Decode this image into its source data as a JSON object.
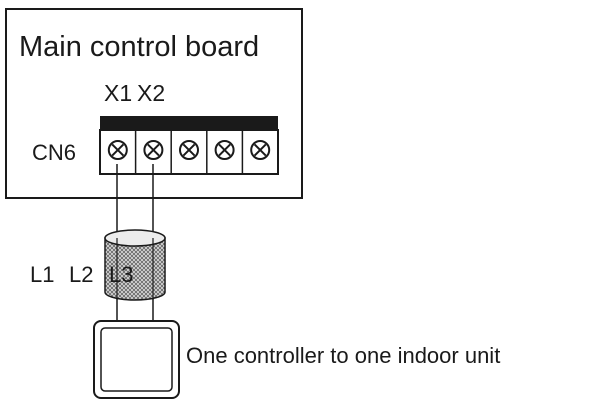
{
  "board": {
    "title": "Main control board",
    "connector_label": "CN6",
    "terminal_labels": [
      "X1",
      "X2"
    ],
    "terminal_count": 5
  },
  "cable": {
    "labels": [
      "L1",
      "L2",
      "L3"
    ]
  },
  "controller": {
    "caption": "One controller to one indoor unit"
  }
}
